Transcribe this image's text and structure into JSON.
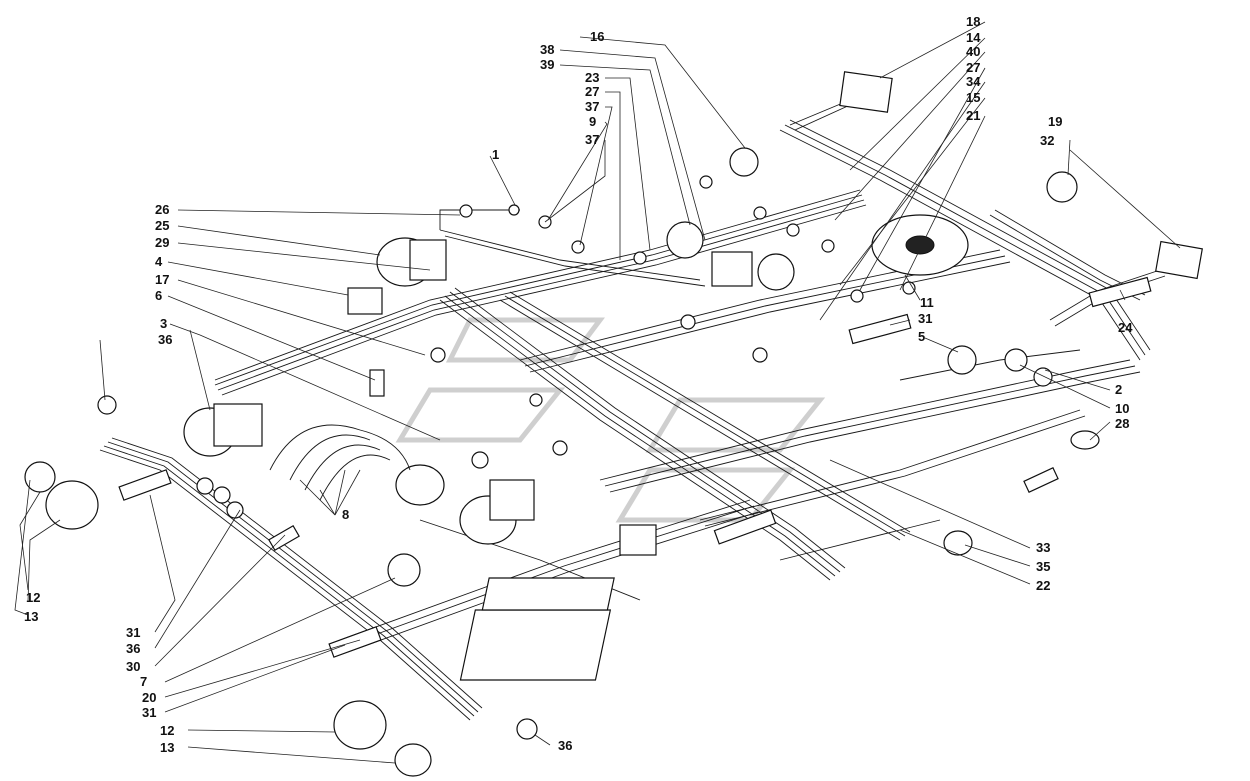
{
  "labels": {
    "l1": "1",
    "l2": "2",
    "l3": "3",
    "l4": "4",
    "l5": "5",
    "l6": "6",
    "l7": "7",
    "l8": "8",
    "l9": "9",
    "l10": "10",
    "l11": "11",
    "l12a": "12",
    "l12b": "12",
    "l13a": "13",
    "l13b": "13",
    "l14": "14",
    "l15": "15",
    "l16": "16",
    "l17": "17",
    "l18": "18",
    "l19": "19",
    "l20": "20",
    "l21": "21",
    "l22": "22",
    "l23": "23",
    "l24": "24",
    "l25": "25",
    "l26": "26",
    "l27a": "27",
    "l27b": "27",
    "l28": "28",
    "l29": "29",
    "l30": "30",
    "l31a": "31",
    "l31b": "31",
    "l31c": "31",
    "l32": "32",
    "l33": "33",
    "l34": "34",
    "l35": "35",
    "l36a": "36",
    "l36b": "36",
    "l36c": "36",
    "l37a": "37",
    "l37b": "37",
    "l38": "38",
    "l39": "39",
    "l40": "40"
  },
  "colors": {
    "line": "#1a1a1a",
    "watermark": "#cfcfcf",
    "background": "#ffffff"
  }
}
